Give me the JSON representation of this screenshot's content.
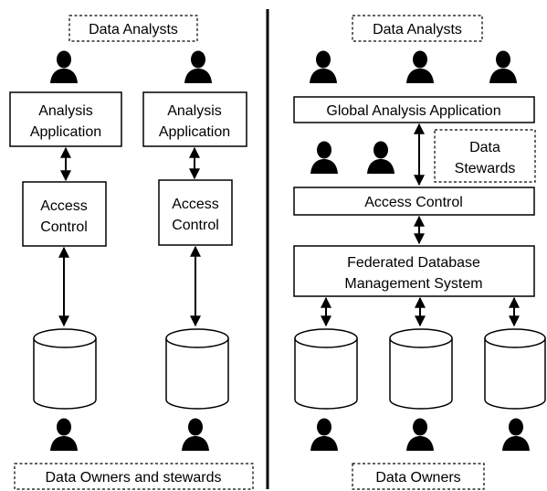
{
  "left": {
    "top_label": "Data Analysts",
    "analysis_app": [
      "Analysis",
      "Application"
    ],
    "access_control": [
      "Access",
      "Control"
    ],
    "bottom_label": "Data Owners and stewards"
  },
  "right": {
    "top_label": "Data Analysts",
    "global_app": "Global Analysis Application",
    "stewards": [
      "Data",
      "Stewards"
    ],
    "access_control": "Access Control",
    "fdbms": [
      "Federated Database",
      "Management System"
    ],
    "bottom_label": "Data Owners"
  }
}
